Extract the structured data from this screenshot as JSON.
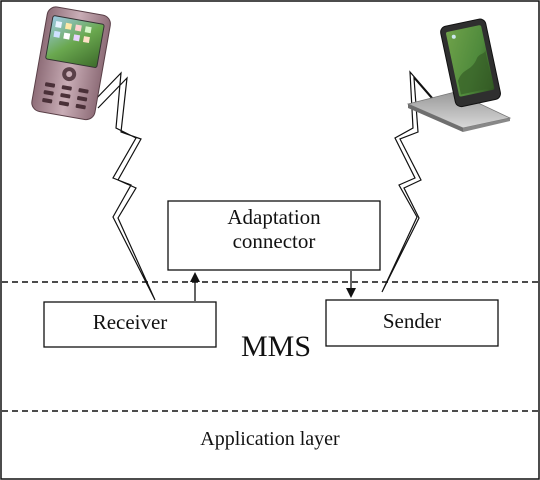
{
  "diagram": {
    "adaptation_connector": {
      "line1": "Adaptation",
      "line2": "connector"
    },
    "receiver": "Receiver",
    "sender": "Sender",
    "mms": "MMS",
    "application_layer": "Application layer",
    "devices": [
      {
        "name": "phone-left",
        "role": "receiver device",
        "icon": "mobile-phone-with-stylus-icon"
      },
      {
        "name": "phone-right",
        "role": "sender device",
        "icon": "slider-phone-on-dock-icon"
      }
    ],
    "colors": {
      "line": "#111111",
      "background": "#ffffff",
      "phone_left_body": "#b79aa4",
      "phone_right_body": "#3a3a3a",
      "screen_green": "#4f8a3c"
    }
  }
}
